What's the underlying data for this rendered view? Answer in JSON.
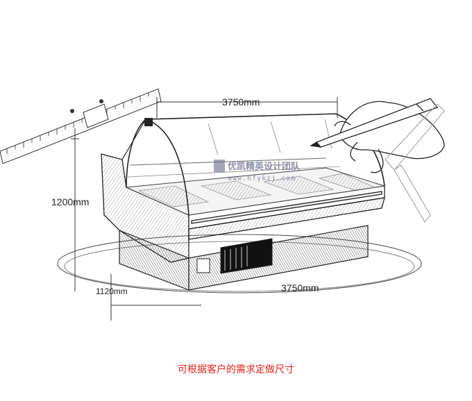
{
  "dimensions": {
    "top_length": "3750mm",
    "height": "1200mm",
    "depth": "1120mm",
    "bottom_length": "3750mm"
  },
  "watermark": {
    "brand": "优凯精英设计团队",
    "url": "www.hfykzj.com"
  },
  "caption": "可根据客户的需求定做尺寸",
  "colors": {
    "caption": "#e2231a",
    "line": "#333333",
    "watermark": "#6a6a8a"
  }
}
